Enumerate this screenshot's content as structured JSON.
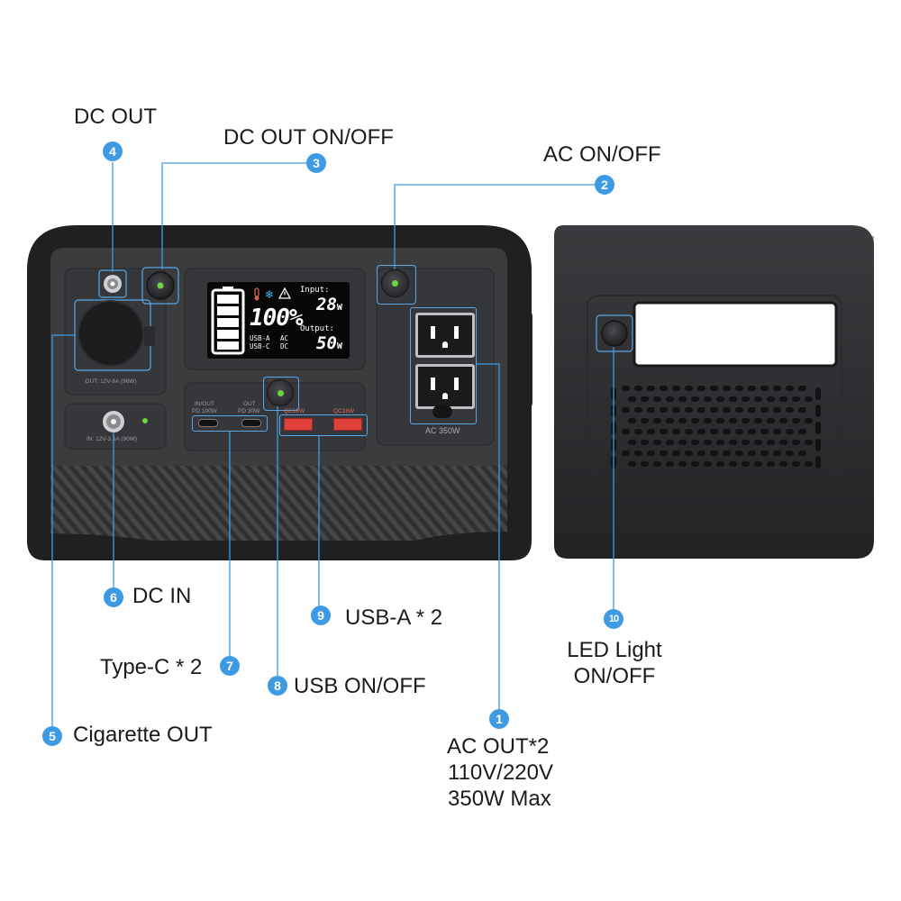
{
  "callouts": [
    {
      "number": "4",
      "label": "DC OUT"
    },
    {
      "number": "3",
      "label": "DC OUT ON/OFF"
    },
    {
      "number": "2",
      "label": "AC ON/OFF"
    },
    {
      "number": "6",
      "label": "DC IN"
    },
    {
      "number": "9",
      "label": "USB-A * 2"
    },
    {
      "number": "7",
      "label": "Type-C * 2"
    },
    {
      "number": "8",
      "label": "USB ON/OFF"
    },
    {
      "number": "5",
      "label": "Cigarette OUT"
    },
    {
      "number": "1",
      "label_lines": [
        "AC OUT*2",
        "110V/220V",
        "350W Max"
      ]
    },
    {
      "number": "10",
      "label_lines": [
        "LED Light",
        "ON/OFF"
      ]
    }
  ],
  "display": {
    "battery": "100%",
    "input_label": "Input:",
    "input_value": "28",
    "input_unit": "W",
    "output_label": "Output:",
    "output_value": "50",
    "output_unit": "W",
    "indicator_usba": "USB-A",
    "indicator_usbc": "USB-C",
    "indicator_ac": "AC",
    "indicator_dc": "DC"
  },
  "panel_labels": {
    "cig_out": "OUT: 12V-8A (96W)",
    "dc_in": "IN: 12V-3.5A (90W)",
    "typec_1_top": "IN/OUT",
    "typec_1_bottom": "PD 100W",
    "typec_2_top": "OUT",
    "typec_2_bottom": "PD 30W",
    "usba_1": "QC18W",
    "usba_2": "QC18W",
    "ac_rating": "AC 350W"
  },
  "colors": {
    "callout_blue": "#3e9be3",
    "body_dark": "#2b2c2e",
    "panel": "#3a3b3d",
    "led_green": "#6bd43f",
    "usb_red": "#e0413a"
  }
}
